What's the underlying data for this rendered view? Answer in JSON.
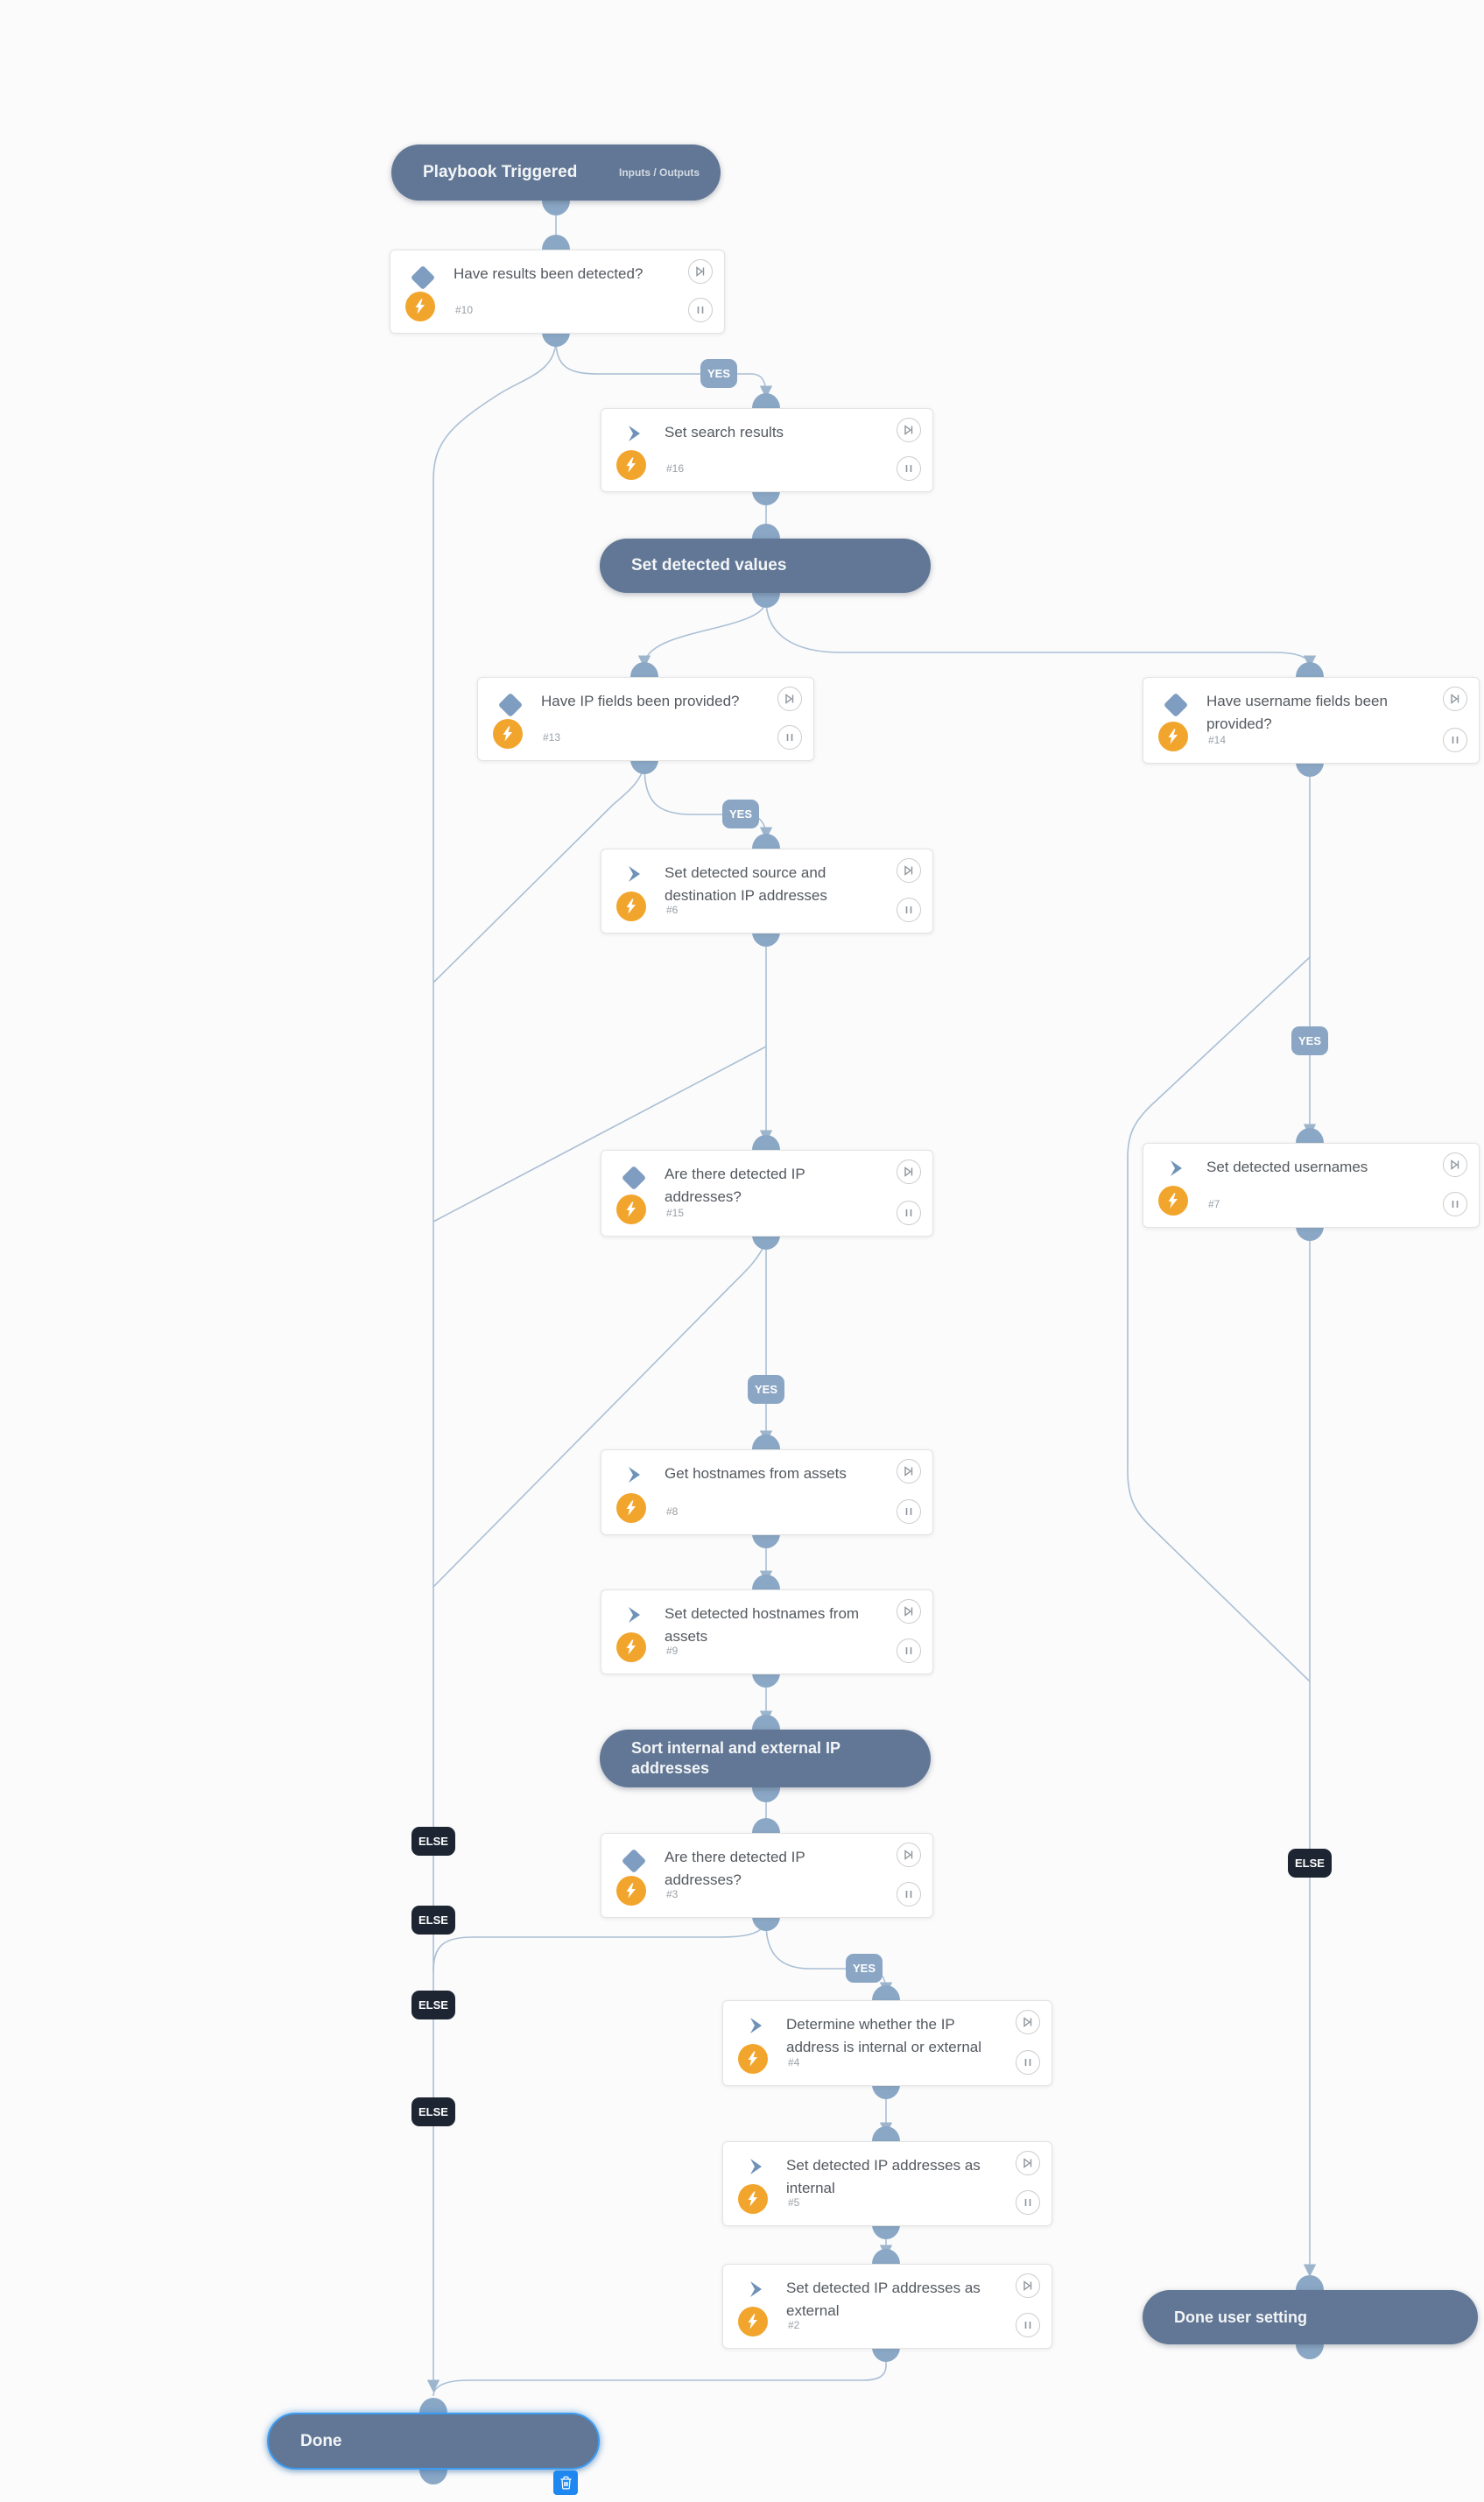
{
  "chips": {
    "yes": "YES",
    "else": "ELSE"
  },
  "colors": {
    "pill_bg": "#617795",
    "wire": "#aabfd5",
    "port": "#8aa7c5",
    "yes_chip": "#8aa6c4",
    "else_chip": "#1d2533",
    "bolt_bg": "#f2a52d",
    "diamond": "#7e9dc1",
    "selected_outline": "#3c9bf1",
    "trash_bg": "#1e88f0"
  },
  "nodes": {
    "start": {
      "title": "Playbook Triggered",
      "link": "Inputs / Outputs"
    },
    "d10": {
      "title": "Have results been detected?",
      "id": "#10"
    },
    "a16": {
      "title": "Set search results",
      "id": "#16"
    },
    "set_detected_values": {
      "title": "Set detected values"
    },
    "d13": {
      "title": "Have IP fields been provided?",
      "id": "#13"
    },
    "d14": {
      "title": "Have username fields been provided?",
      "id": "#14"
    },
    "a6": {
      "title": "Set detected source and destination IP addresses",
      "id": "#6"
    },
    "d15": {
      "title": "Are there detected IP addresses?",
      "id": "#15"
    },
    "a7": {
      "title": "Set detected usernames",
      "id": "#7"
    },
    "a8": {
      "title": "Get hostnames from assets",
      "id": "#8"
    },
    "a9": {
      "title": "Set detected hostnames from assets",
      "id": "#9"
    },
    "sort_pill": {
      "title": "Sort internal and external IP addresses"
    },
    "d3": {
      "title": "Are there detected IP addresses?",
      "id": "#3"
    },
    "a4": {
      "title": "Determine whether the IP address is internal or external",
      "id": "#4"
    },
    "a5": {
      "title": "Set detected IP addresses as internal",
      "id": "#5"
    },
    "a2": {
      "title": "Set detected IP addresses as external",
      "id": "#2"
    },
    "done_user": {
      "title": "Done user setting"
    },
    "done": {
      "title": "Done"
    }
  }
}
